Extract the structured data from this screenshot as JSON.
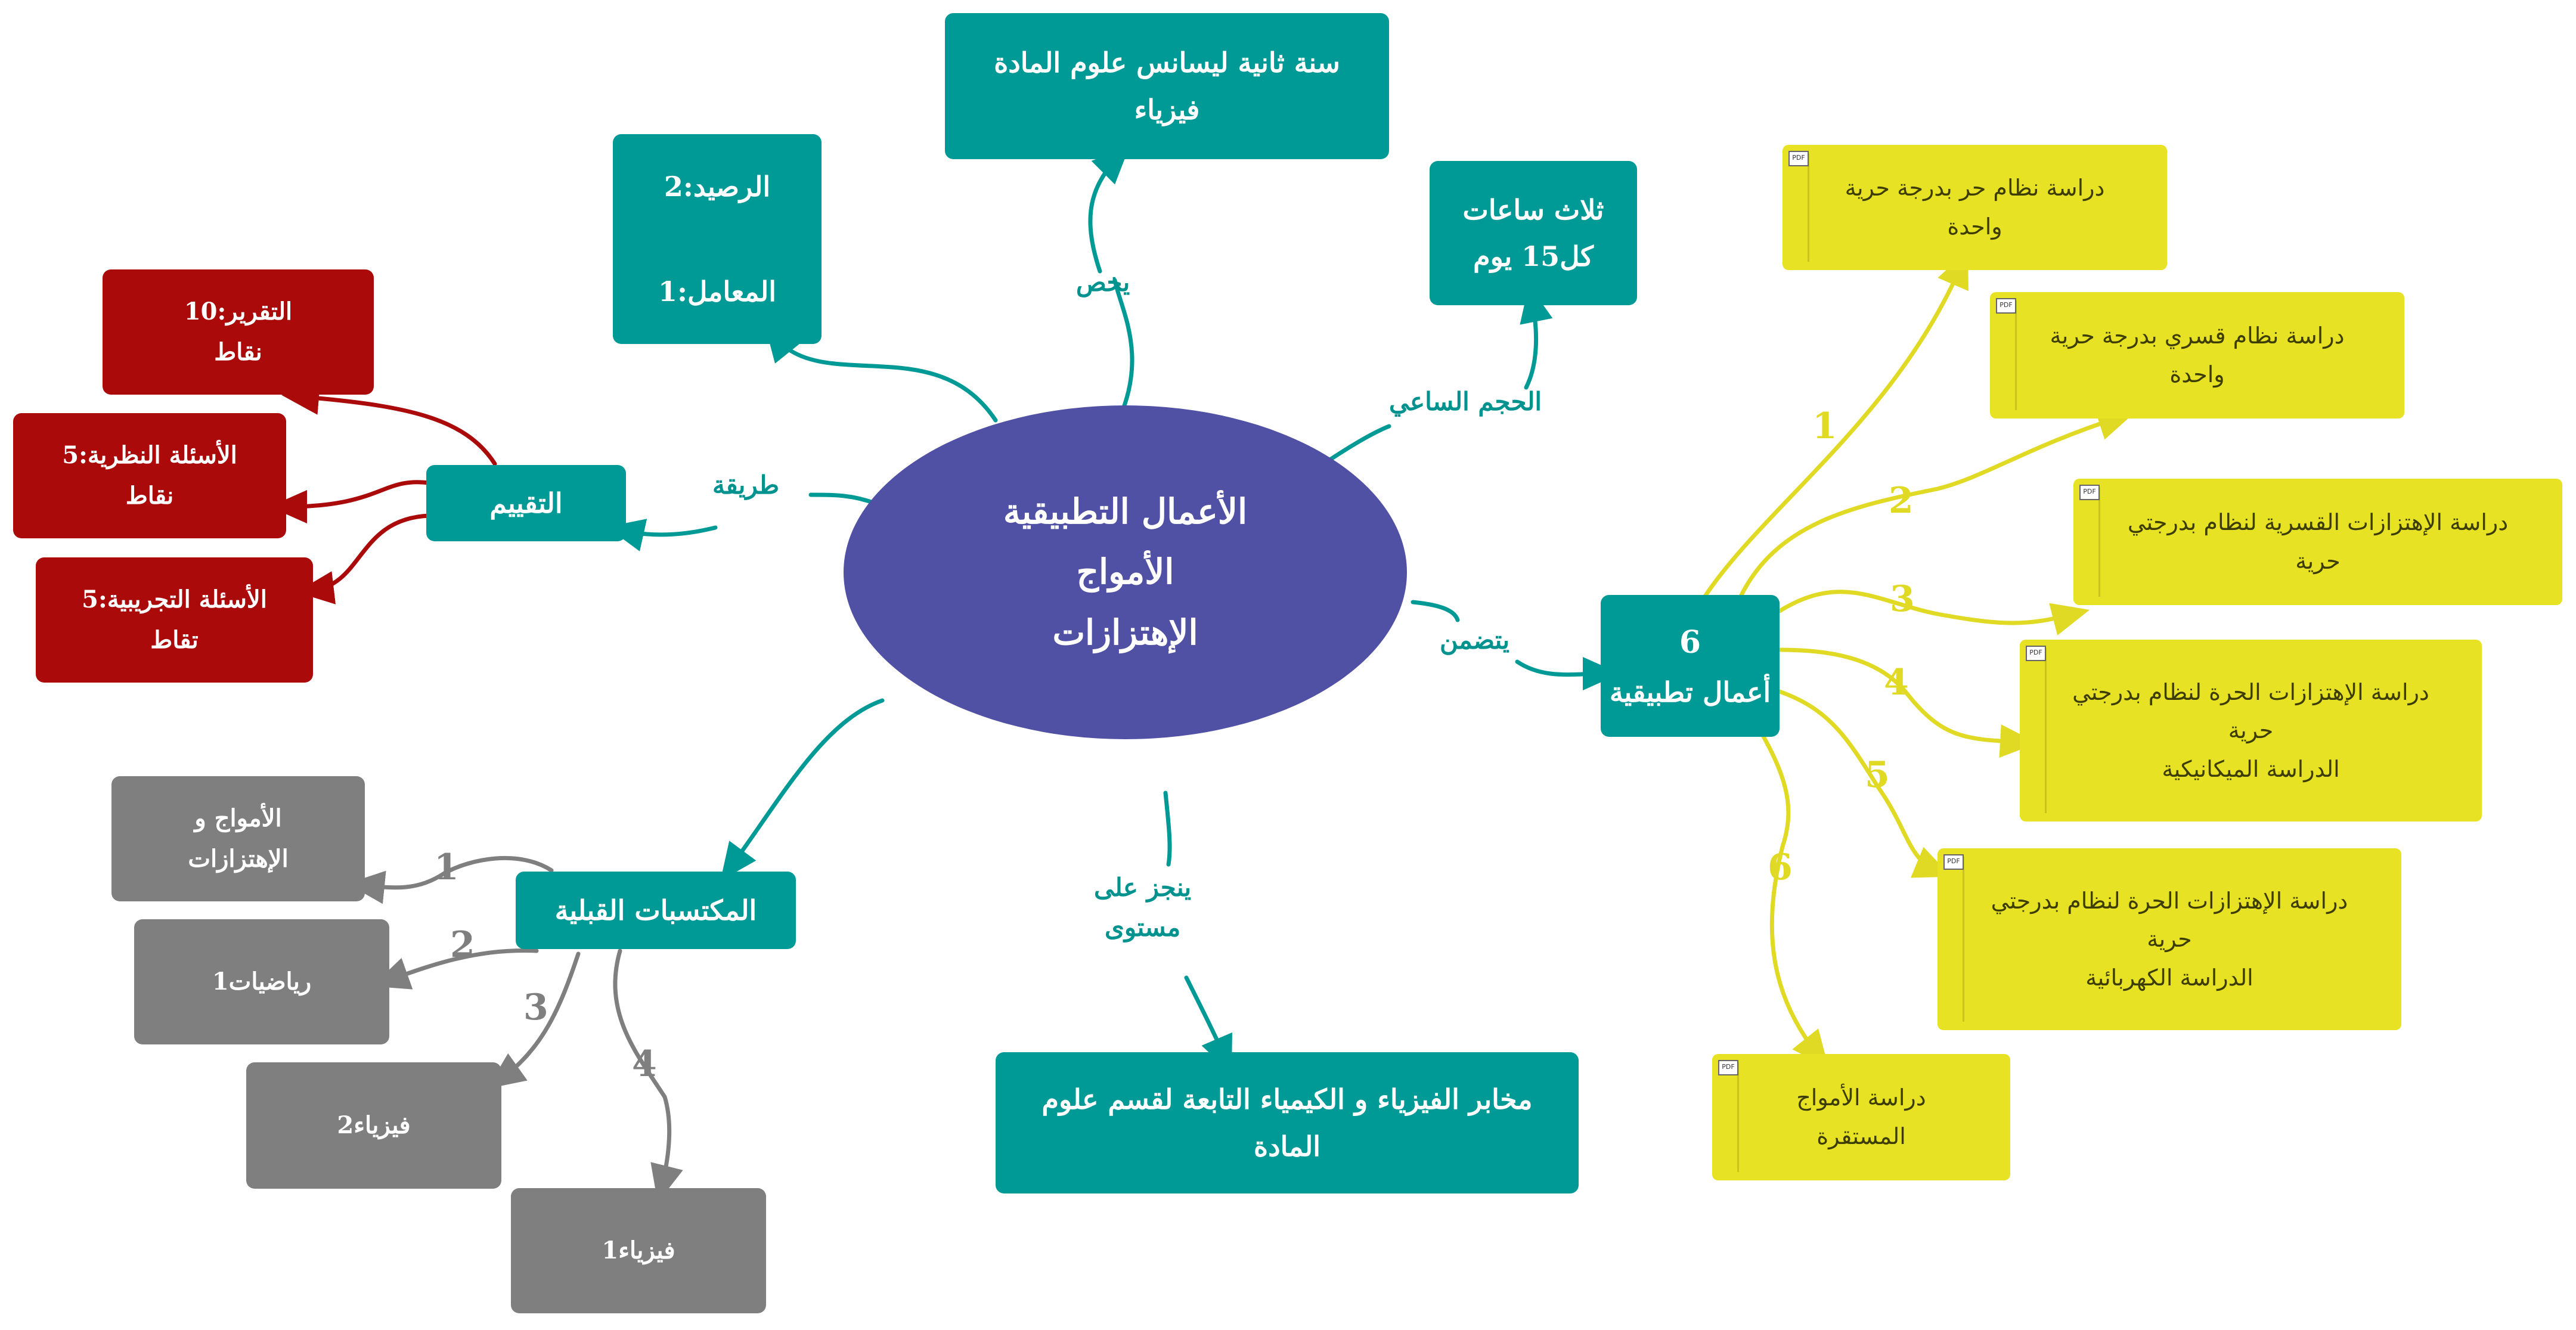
{
  "center": {
    "line1": "الأعمال التطبيقية",
    "line2": "الأمواج",
    "line3": "الإهتزازات"
  },
  "audience": {
    "line1": "سنة ثانية ليسانس علوم المادة",
    "line2": "فيزياء"
  },
  "credits": {
    "line1": "الرصيد:2",
    "line2": "المعامل:1"
  },
  "hours": {
    "line1": "ثلاث ساعات",
    "line2": "كل15 يوم"
  },
  "assessment": "التقييم",
  "grades": [
    {
      "line1": "التقرير:10",
      "line2": "نقاط"
    },
    {
      "line1": "الأسئلة النظرية:5",
      "line2": "نقاط"
    },
    {
      "line1": "الأسئلة التجريبية:5",
      "line2": "تقاط"
    }
  ],
  "prereq": "المكتسبات القبلية",
  "prereq_items": [
    {
      "line1": "الأمواج و",
      "line2": "الإهتزازات"
    },
    {
      "line1": "رياضيات1"
    },
    {
      "line1": "فيزياء2"
    },
    {
      "line1": "فيزياء1"
    }
  ],
  "prereq_numbers": [
    "1",
    "2",
    "3",
    "4"
  ],
  "labs": {
    "line1": "مخابر الفيزياء و الكيمياء التابعة  لقسم علوم",
    "line2": "المادة"
  },
  "works": {
    "line1": "6",
    "line2": "أعمال تطبيقية"
  },
  "work_items": [
    {
      "line1": "دراسة نظام حر بدرجة حرية",
      "line2": "واحدة"
    },
    {
      "line1": "دراسة نظام قسري بدرجة حرية",
      "line2": "واحدة"
    },
    {
      "line1": "دراسة الإهتزازات القسرية لنظام بدرجتي",
      "line2": "حرية"
    },
    {
      "line1": "دراسة الإهتزازات الحرة لنظام بدرجتي",
      "line2": "حرية",
      "line3": "الدراسة الميكانيكية"
    },
    {
      "line1": "دراسة الإهتزازات الحرة لنظام بدرجتي",
      "line2": "حرية",
      "line3": "الدراسة الكهربائية"
    },
    {
      "line1": "دراسة الأمواج",
      "line2": "المستقرة"
    }
  ],
  "work_numbers": [
    "1",
    "2",
    "3",
    "4",
    "5",
    "6"
  ],
  "attachment_icon_label": "PDF",
  "edge_labels": {
    "concerns": "يخص",
    "volume": "الحجم الساعي",
    "method": "طريقة",
    "includes": "يتضمن",
    "carried_out": {
      "line1": "ينجز على",
      "line2": "مستوى"
    }
  },
  "colors": {
    "center": "#5050a5",
    "teal": "#009a96",
    "red": "#aa0a0a",
    "gray": "#7f7f7f",
    "yellow": "#e8e224"
  }
}
